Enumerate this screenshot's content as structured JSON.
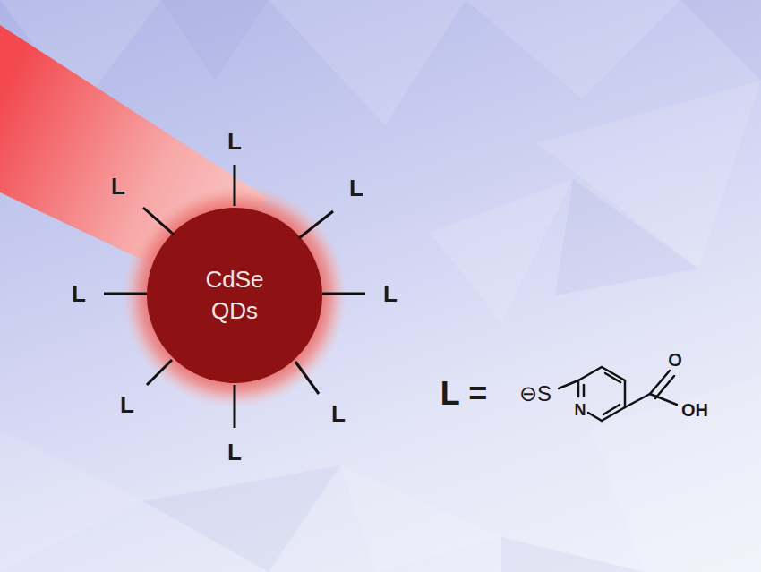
{
  "diagram": {
    "nodes": [
      {
        "text": [
          "CdSe QDs"
        ]
      }
    ],
    "labels": [
      "L",
      "L",
      "L",
      "L",
      "L",
      "L",
      "L",
      "L",
      "L =",
      "⊖S",
      "N",
      "O",
      "OH"
    ]
  }
}
